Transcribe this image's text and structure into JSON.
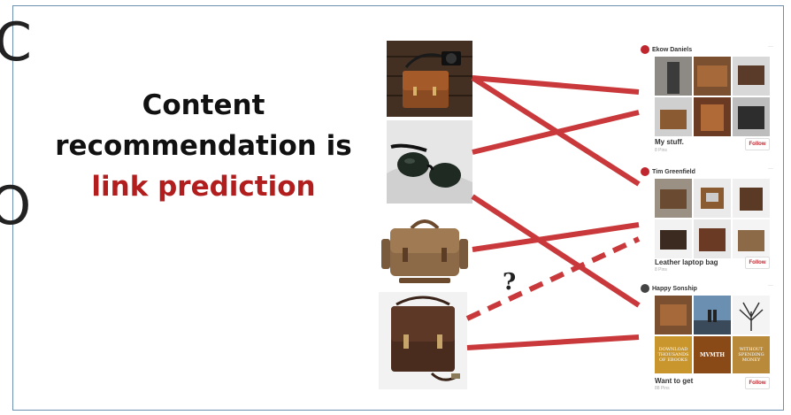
{
  "headline": {
    "line1": "Content",
    "line2": "recommendation is",
    "line3": "link prediction"
  },
  "background_fragments": [
    "C",
    "O"
  ],
  "colors": {
    "accent": "#b21e1e",
    "edge": "#c9383a",
    "frame_border": "#6d8fb0",
    "follow_text": "#c0262d"
  },
  "products": [
    {
      "name": "leather-messenger-bag-with-camera"
    },
    {
      "name": "sunglasses"
    },
    {
      "name": "brown-satchel"
    },
    {
      "name": "dark-leather-messenger-bag"
    }
  ],
  "boards": [
    {
      "user": "Ekow Daniels",
      "title": "My stuff.",
      "pins": "8 Pins",
      "follow": "Follow"
    },
    {
      "user": "Tim Greenfield",
      "title": "Leather laptop bag",
      "pins": "8 Pins",
      "follow": "Follow"
    },
    {
      "user": "Happy Sonship",
      "title": "Want to get",
      "pins": "88 Pins",
      "follow": "Follow"
    }
  ],
  "book_tiles": {
    "tile1": "DOWNLOAD THOUSANDS OF EBOOKS",
    "tile2": "MVMTH",
    "tile3": "WITHOUT SPENDING MONEY"
  },
  "edges": [
    {
      "from": "product-1",
      "to": "board-1",
      "style": "solid"
    },
    {
      "from": "product-1",
      "to": "board-2",
      "style": "solid"
    },
    {
      "from": "product-2",
      "to": "board-1",
      "style": "solid"
    },
    {
      "from": "product-2",
      "to": "board-3",
      "style": "solid"
    },
    {
      "from": "product-3",
      "to": "board-2",
      "style": "solid"
    },
    {
      "from": "product-4",
      "to": "board-2",
      "style": "dashed"
    },
    {
      "from": "product-4",
      "to": "board-3",
      "style": "solid"
    }
  ],
  "question_mark": "?"
}
